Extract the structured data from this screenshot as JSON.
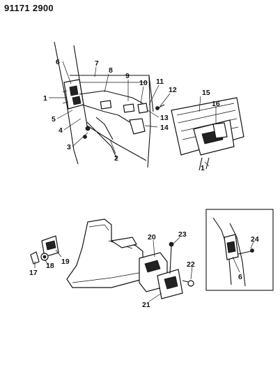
{
  "title": "91171 2900",
  "callouts": {
    "c1a": "1",
    "c1b": "1",
    "c2": "2",
    "c3": "3",
    "c4": "4",
    "c5": "5",
    "c6a": "6",
    "c6b": "6",
    "c7": "7",
    "c8": "8",
    "c9": "9",
    "c10": "10",
    "c11": "11",
    "c12": "12",
    "c13": "13",
    "c14": "14",
    "c15": "15",
    "c16": "16",
    "c17": "17",
    "c18": "18",
    "c19": "19",
    "c20": "20",
    "c21": "21",
    "c22": "22",
    "c23": "23",
    "c24": "24"
  }
}
